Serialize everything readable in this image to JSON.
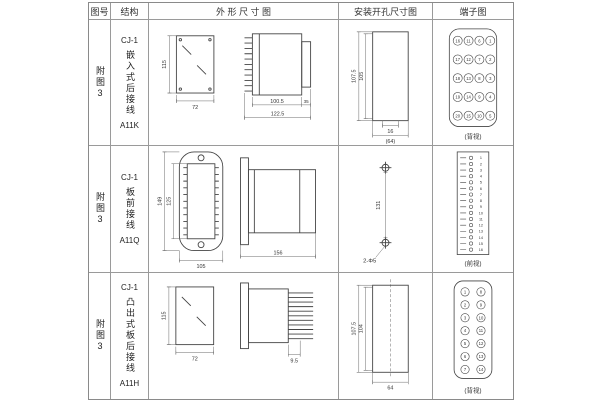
{
  "table": {
    "headers": {
      "fig": "图号",
      "structure": "结构",
      "outline": "外 形 尺 寸 图",
      "mounting": "安装开孔尺寸图",
      "terminal": "端子图"
    },
    "rows": [
      {
        "fig": "附图3",
        "model": "CJ-1",
        "mount_type": "嵌入式后接线",
        "code": "A11K",
        "outline": {
          "h": "115",
          "w": "72",
          "d1": "100.5",
          "d2": "35",
          "d3": "122.5"
        },
        "mounting": {
          "v1": "107.5",
          "v2": "105",
          "b1": "16",
          "b2": "(64)"
        },
        "terminal": {
          "view": "(背视)",
          "numbers": [
            "16",
            "11",
            "6",
            "1",
            "17",
            "12",
            "7",
            "2",
            "18",
            "13",
            "8",
            "3",
            "19",
            "14",
            "9",
            "4",
            "20",
            "15",
            "10",
            "5"
          ]
        }
      },
      {
        "fig": "附图3",
        "model": "CJ-1",
        "mount_type": "板前接线",
        "code": "A11Q",
        "outline": {
          "h1": "149",
          "h2": "125",
          "w": "105",
          "d": "156"
        },
        "mounting": {
          "v": "131",
          "note": "2-Φ5"
        },
        "terminal": {
          "view": "(前视)",
          "numbers": [
            "1",
            "2",
            "3",
            "4",
            "5",
            "6",
            "7",
            "8",
            "9",
            "10",
            "11",
            "12",
            "13",
            "14",
            "15",
            "16"
          ]
        }
      },
      {
        "fig": "附图3",
        "model": "CJ-1",
        "mount_type": "凸出式板后接线",
        "code": "A11H",
        "outline": {
          "h": "115",
          "w": "72",
          "d": "9.5"
        },
        "mounting": {
          "v1": "107.5",
          "v2": "104",
          "b": "64"
        },
        "terminal": {
          "view": "(背视)",
          "numbers": [
            "1",
            "8",
            "2",
            "9",
            "3",
            "10",
            "4",
            "11",
            "5",
            "12",
            "6",
            "13",
            "7",
            "14"
          ]
        }
      }
    ]
  }
}
